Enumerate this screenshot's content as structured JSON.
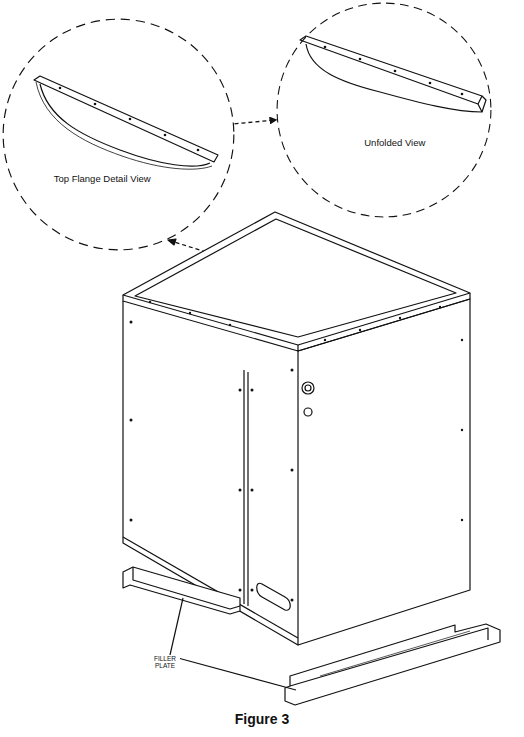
{
  "diagram": {
    "caption": "Figure 3",
    "nodes": [
      {
        "text": [
          "Top Flange Detail View"
        ]
      },
      {
        "text": [
          "Unfolded View"
        ]
      }
    ],
    "edges": [
      {
        "from": 0,
        "to": 1,
        "arrow": "to"
      }
    ],
    "labels": [
      "FILLER PLATE"
    ]
  }
}
